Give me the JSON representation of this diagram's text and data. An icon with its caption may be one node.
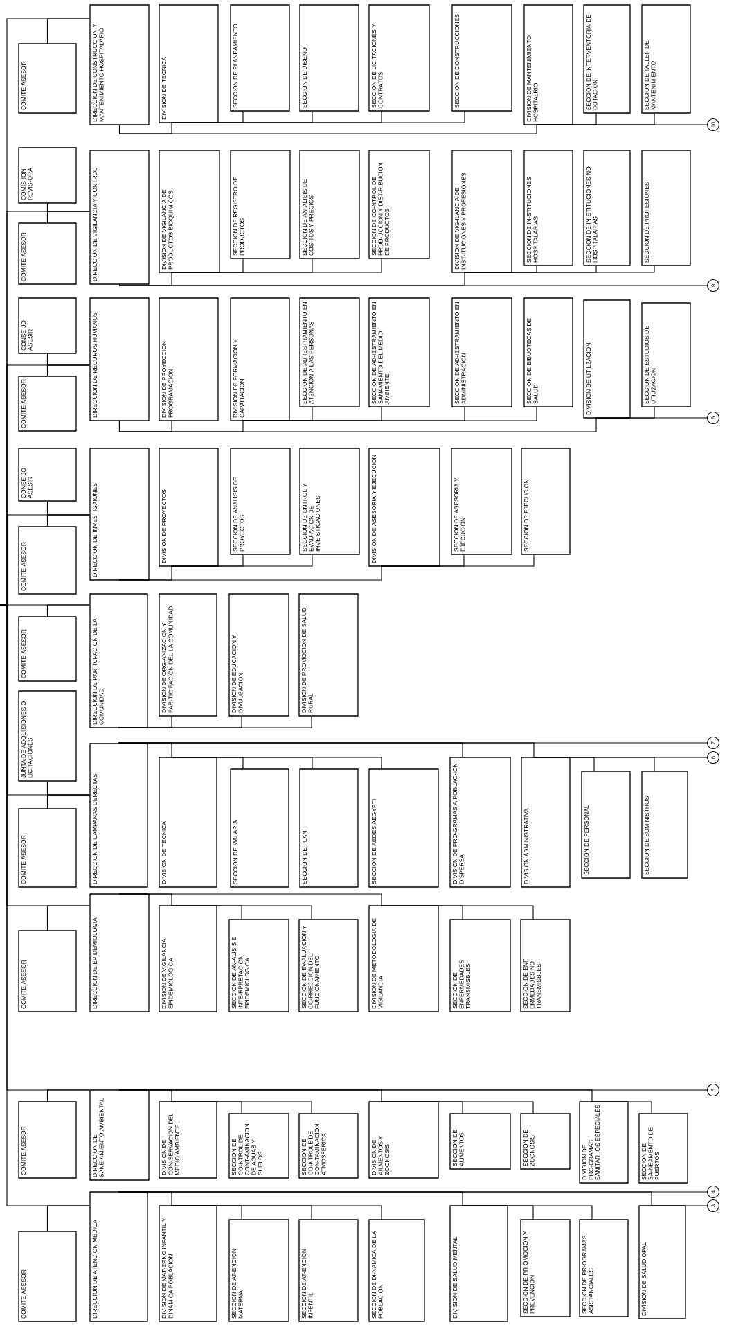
{
  "diagram": {
    "nodes": [
      {
        "text": [
          "COMITE ASESOR"
        ]
      },
      {
        "text": [
          "DIRECCION DE CONSTRUCCION Y MANTENIMIENTO HOSPITALARIO"
        ]
      },
      {
        "text": [
          "DIVISION DE TECNICA"
        ]
      },
      {
        "text": [
          "SECCION DE PLANEAMIENTO"
        ]
      },
      {
        "text": [
          "SECCION DE DISENO"
        ]
      },
      {
        "text": [
          "SECCION DE LICITACIONES Y CONTRATOS"
        ]
      },
      {
        "text": [
          "SECCION DE CONSTRUCCIONES"
        ]
      },
      {
        "text": [
          "DIVISION DE MANTENIMIENTO HOSPITALRIO"
        ]
      },
      {
        "text": [
          "SECCION DE INTERVENTORIA DE DOTACION"
        ]
      },
      {
        "text": [
          "SECCION DE TALLER DE MANTENIMIENTO"
        ]
      },
      {
        "text": [
          "10"
        ]
      },
      {
        "text": [
          "COMIS-ION REVIS-ORA"
        ]
      },
      {
        "text": [
          "COMITE ASESOR"
        ]
      },
      {
        "text": [
          "DIRECCION DE VIGILANCIA Y CONTROL"
        ]
      },
      {
        "text": [
          "DIVISION DE VIGILANCIA DE PRODUCTOS BIOQUIMICOS"
        ]
      },
      {
        "text": [
          "SECCION DE REGISTRO DE PRODUCTOS"
        ]
      },
      {
        "text": [
          "SECCION DE AN-ALISIS DE COS-TOS Y PRECIOS"
        ]
      },
      {
        "text": [
          "SECCION DE CO-NTROL DE PROD-UCCION Y DIST-RIBUCION DE PRODUCTOS"
        ]
      },
      {
        "text": [
          "DIVISION DE VIG-ILANCIA DE INST-ITUCIONES Y PROFESIONES"
        ]
      },
      {
        "text": [
          "SECCION DE IN-STITUCIONES HOSPITALARIAS"
        ]
      },
      {
        "text": [
          "SECCION DE IN-STITUCIONES NO HOSPITALARIAS"
        ]
      },
      {
        "text": [
          "SECCION DE PROFESIONES"
        ]
      },
      {
        "text": [
          "9"
        ]
      },
      {
        "text": [
          "CONSE-JO ASESIR"
        ]
      },
      {
        "text": [
          "COMITE ASESOR"
        ]
      },
      {
        "text": [
          "DIRECCION DE RECUROS HUMANOS"
        ]
      },
      {
        "text": [
          "DIVISION DE PROYECCION PROGRAMACION"
        ]
      },
      {
        "text": [
          "DIVISION DE FORMACION Y CAPAITACION"
        ]
      },
      {
        "text": [
          "SECCION DE AD-IESTRAMIENTO EN ATENCION A LAS PERSONAS"
        ]
      },
      {
        "text": [
          "SECCION DE AD-IESTRAMIENTO EN SANAMIENTO DEL MEDIO AMBIENTE"
        ]
      },
      {
        "text": [
          "SECCION DE AD-IESTRAMIENTO EN ADMINISTRACION"
        ]
      },
      {
        "text": [
          "SECCION DE BIBUOTECAS DE SALUD"
        ]
      },
      {
        "text": [
          "DIVISION DE UTILZACION"
        ]
      },
      {
        "text": [
          "SECCION DE ESTUDIOS DE UTIUZACION"
        ]
      },
      {
        "text": [
          "8"
        ]
      },
      {
        "text": [
          "CONSE-JO ASESIR"
        ]
      },
      {
        "text": [
          "COMITE ASESOR"
        ]
      },
      {
        "text": [
          "DIRECCION DE INVESTIGAIONES"
        ]
      },
      {
        "text": [
          "DIVISION DE PROYECTOS"
        ]
      },
      {
        "text": [
          "SECCION DE ANALISIS DE PROYECTOS"
        ]
      },
      {
        "text": [
          "SECCION DE CNTROL Y EVAU-ACION DE INVE-STIGACIONES"
        ]
      },
      {
        "text": [
          "DIVISION DE ASESORIA Y EJECUCION"
        ]
      },
      {
        "text": [
          "SECCION DE ASESORIA Y EJECUCION"
        ]
      },
      {
        "text": [
          "SECCION DE EJECUCION"
        ]
      },
      {
        "text": [
          "COMITE ASESOR"
        ]
      },
      {
        "text": [
          "DIRECCION DE PARTICPACION DE LA COMUNIDAD"
        ]
      },
      {
        "text": [
          "DIVISION DE ORG-ANIZACION Y PAR-TICIPACION DEL LA COMUNIDAD"
        ]
      },
      {
        "text": [
          "DIVISION DE EDUCACION Y DIVULGACION"
        ]
      },
      {
        "text": [
          "DIVISION DE PROMOCION DE SALUD RURAL"
        ]
      },
      {
        "text": [
          "JUNTA DE ADQUISIONES O LICITACIONES"
        ]
      },
      {
        "text": [
          "COMITE ASESOR"
        ]
      },
      {
        "text": [
          "DIRECCION DE CAMPANAS DERECTAS"
        ]
      },
      {
        "text": [
          "DIVISION DE TECNICA"
        ]
      },
      {
        "text": [
          "SECCION DE MALARIA"
        ]
      },
      {
        "text": [
          "SECCION DE PLAN"
        ]
      },
      {
        "text": [
          "SECCION DE AEDES AEGYPTI"
        ]
      },
      {
        "text": [
          "DIVISION DE PRO-GRAMAS A POBLAC-ION DISPERSA"
        ]
      },
      {
        "text": [
          "DIVISION ADMINISTRATIVA"
        ]
      },
      {
        "text": [
          "SECCION DE PERSONAL"
        ]
      },
      {
        "text": [
          "SECCION DE SUMINISTROS"
        ]
      },
      {
        "text": [
          "7"
        ]
      },
      {
        "text": [
          "6"
        ]
      },
      {
        "text": [
          "COMITE ASESOR"
        ]
      },
      {
        "text": [
          "DIRECCION DE EPIDEMIOLOGIA"
        ]
      },
      {
        "text": [
          "DIVISION DE VIGILANCIA EPIDEMIOLOGICA"
        ]
      },
      {
        "text": [
          "SECCION DE AN-ALISIS E INTE-RPRETACION EPIDEMIOLOGICA"
        ]
      },
      {
        "text": [
          "SECCION DE EV-ALUACION Y CO-RRECCION DEL FUNCIONAMIENTO"
        ]
      },
      {
        "text": [
          "DIVISION DE METODOLOGIA DE VIGILANCIA"
        ]
      },
      {
        "text": [
          "SECCION DE ENFERMEDADES TRANSMISBLES"
        ]
      },
      {
        "text": [
          "SECCION DE ENF ERMEDADES NO TRANSMISBLES"
        ]
      },
      {
        "text": [
          "COMITE ASESOR"
        ]
      },
      {
        "text": [
          "DIRECCION DE SANE-AMIENTO AMBIENTAL"
        ]
      },
      {
        "text": [
          "DIVISION DE CON-SERVACION DEL MEDIO AMBIENTE"
        ]
      },
      {
        "text": [
          "SECCION DE CO-NTROL DE CONT-AMINACION DE AGUAS Y SUELOS"
        ]
      },
      {
        "text": [
          "SECCION DE CO-NTROLE DE CON-TAMINACION ATMOSFERICA"
        ]
      },
      {
        "text": [
          "DIVISION DE AILMENTOS Y ZOONOSIS"
        ]
      },
      {
        "text": [
          "SECCION DE ALIMENTOS"
        ]
      },
      {
        "text": [
          "SECCION DE ZOONOSIS"
        ]
      },
      {
        "text": [
          "DIVISION DE PRO-GRAMAS SANITARI-OS ESPECIALES"
        ]
      },
      {
        "text": [
          "SECCION DE SA-NEAMENTO DE PUERTOS"
        ]
      },
      {
        "text": [
          "5"
        ]
      },
      {
        "text": [
          "COMITE ASESOR"
        ]
      },
      {
        "text": [
          "DIRECCION DE ATENCION MEDICA"
        ]
      },
      {
        "text": [
          "DIVISION DE MAT-ERNO INFANTIL Y DINAMICA POBLACION"
        ]
      },
      {
        "text": [
          "SECCION DE AT-ENCION MATERNA"
        ]
      },
      {
        "text": [
          "SECCION DE AT-ENCION INFENTIL"
        ]
      },
      {
        "text": [
          "SECCION DE DI-NAMICA DE LA POBLACION"
        ]
      },
      {
        "text": [
          "DIVISION DE SALUD MENTAL"
        ]
      },
      {
        "text": [
          "SECCION DE PR-OMOCION Y PREVENCION"
        ]
      },
      {
        "text": [
          "SECCION DE PR-OGRAMAS ASISTANCIALES"
        ]
      },
      {
        "text": [
          "DIVISION DE SALUD OPAL"
        ]
      },
      {
        "text": [
          "4"
        ]
      },
      {
        "text": [
          "3"
        ]
      }
    ],
    "edges": [
      {
        "from": null,
        "to": 1,
        "arrow": "none"
      },
      {
        "from": 0,
        "to": 1,
        "arrow": "none"
      },
      {
        "from": 1,
        "to": 2,
        "arrow": "none"
      },
      {
        "from": 1,
        "to": 7,
        "arrow": "none"
      },
      {
        "from": 2,
        "to": 3,
        "arrow": "none"
      },
      {
        "from": 2,
        "to": 4,
        "arrow": "none"
      },
      {
        "from": 2,
        "to": 5,
        "arrow": "none"
      },
      {
        "from": 2,
        "to": 6,
        "arrow": "none"
      },
      {
        "from": 7,
        "to": 8,
        "arrow": "none"
      },
      {
        "from": 7,
        "to": 9,
        "arrow": "none"
      },
      {
        "from": 7,
        "to": 10,
        "arrow": "none"
      },
      {
        "from": null,
        "to": 13,
        "arrow": "none"
      },
      {
        "from": 11,
        "to": 13,
        "arrow": "none"
      },
      {
        "from": 12,
        "to": 13,
        "arrow": "none"
      },
      {
        "from": 13,
        "to": 14,
        "arrow": "none"
      },
      {
        "from": 13,
        "to": 18,
        "arrow": "none"
      },
      {
        "from": 14,
        "to": 15,
        "arrow": "none"
      },
      {
        "from": 14,
        "to": 16,
        "arrow": "none"
      },
      {
        "from": 14,
        "to": 17,
        "arrow": "none"
      },
      {
        "from": 18,
        "to": 19,
        "arrow": "none"
      },
      {
        "from": 18,
        "to": 20,
        "arrow": "none"
      },
      {
        "from": 18,
        "to": 21,
        "arrow": "none"
      },
      {
        "from": 13,
        "to": 22,
        "arrow": "none"
      },
      {
        "from": null,
        "to": 25,
        "arrow": "none"
      },
      {
        "from": 23,
        "to": 25,
        "arrow": "none"
      },
      {
        "from": 24,
        "to": 25,
        "arrow": "none"
      },
      {
        "from": 25,
        "to": 26,
        "arrow": "none"
      },
      {
        "from": 25,
        "to": 27,
        "arrow": "none"
      },
      {
        "from": 25,
        "to": 32,
        "arrow": "none"
      },
      {
        "from": 27,
        "to": 28,
        "arrow": "none"
      },
      {
        "from": 27,
        "to": 29,
        "arrow": "none"
      },
      {
        "from": 27,
        "to": 30,
        "arrow": "none"
      },
      {
        "from": 27,
        "to": 31,
        "arrow": "none"
      },
      {
        "from": 32,
        "to": 33,
        "arrow": "none"
      },
      {
        "from": 32,
        "to": 34,
        "arrow": "none"
      },
      {
        "from": null,
        "to": 37,
        "arrow": "none"
      },
      {
        "from": 35,
        "to": 37,
        "arrow": "none"
      },
      {
        "from": 36,
        "to": 37,
        "arrow": "none"
      },
      {
        "from": 37,
        "to": 38,
        "arrow": "none"
      },
      {
        "from": 37,
        "to": 41,
        "arrow": "none"
      },
      {
        "from": 38,
        "to": 39,
        "arrow": "none"
      },
      {
        "from": 38,
        "to": 40,
        "arrow": "none"
      },
      {
        "from": 41,
        "to": 42,
        "arrow": "none"
      },
      {
        "from": 41,
        "to": 43,
        "arrow": "none"
      },
      {
        "from": null,
        "to": 45,
        "arrow": "none"
      },
      {
        "from": 44,
        "to": 45,
        "arrow": "none"
      },
      {
        "from": 45,
        "to": 46,
        "arrow": "none"
      },
      {
        "from": 45,
        "to": 47,
        "arrow": "none"
      },
      {
        "from": 45,
        "to": 48,
        "arrow": "none"
      },
      {
        "from": null,
        "to": 51,
        "arrow": "none"
      },
      {
        "from": 49,
        "to": 51,
        "arrow": "none"
      },
      {
        "from": 50,
        "to": 51,
        "arrow": "none"
      },
      {
        "from": 51,
        "to": 52,
        "arrow": "none"
      },
      {
        "from": 51,
        "to": 56,
        "arrow": "none"
      },
      {
        "from": 51,
        "to": 57,
        "arrow": "none"
      },
      {
        "from": 52,
        "to": 53,
        "arrow": "none"
      },
      {
        "from": 52,
        "to": 54,
        "arrow": "none"
      },
      {
        "from": 52,
        "to": 55,
        "arrow": "none"
      },
      {
        "from": 57,
        "to": 58,
        "arrow": "none"
      },
      {
        "from": 57,
        "to": 59,
        "arrow": "none"
      },
      {
        "from": 51,
        "to": 60,
        "arrow": "none"
      },
      {
        "from": 57,
        "to": 61,
        "arrow": "none"
      },
      {
        "from": null,
        "to": 63,
        "arrow": "none"
      },
      {
        "from": 62,
        "to": 63,
        "arrow": "none"
      },
      {
        "from": 63,
        "to": 64,
        "arrow": "none"
      },
      {
        "from": 63,
        "to": 67,
        "arrow": "none"
      },
      {
        "from": 64,
        "to": 65,
        "arrow": "none"
      },
      {
        "from": 64,
        "to": 66,
        "arrow": "none"
      },
      {
        "from": 67,
        "to": 68,
        "arrow": "none"
      },
      {
        "from": 67,
        "to": 69,
        "arrow": "none"
      },
      {
        "from": null,
        "to": 71,
        "arrow": "none"
      },
      {
        "from": 70,
        "to": 71,
        "arrow": "none"
      },
      {
        "from": 71,
        "to": 72,
        "arrow": "none"
      },
      {
        "from": 71,
        "to": 75,
        "arrow": "none"
      },
      {
        "from": 71,
        "to": 78,
        "arrow": "none"
      },
      {
        "from": 72,
        "to": 73,
        "arrow": "none"
      },
      {
        "from": 72,
        "to": 74,
        "arrow": "none"
      },
      {
        "from": 75,
        "to": 76,
        "arrow": "none"
      },
      {
        "from": 75,
        "to": 77,
        "arrow": "none"
      },
      {
        "from": 78,
        "to": 79,
        "arrow": "none"
      },
      {
        "from": 71,
        "to": 80,
        "arrow": "none"
      },
      {
        "from": null,
        "to": 82,
        "arrow": "none"
      },
      {
        "from": 81,
        "to": 82,
        "arrow": "none"
      },
      {
        "from": 82,
        "to": 83,
        "arrow": "none"
      },
      {
        "from": 82,
        "to": 87,
        "arrow": "none"
      },
      {
        "from": 82,
        "to": 90,
        "arrow": "none"
      },
      {
        "from": 83,
        "to": 84,
        "arrow": "none"
      },
      {
        "from": 83,
        "to": 85,
        "arrow": "none"
      },
      {
        "from": 83,
        "to": 86,
        "arrow": "none"
      },
      {
        "from": 87,
        "to": 88,
        "arrow": "none"
      },
      {
        "from": 87,
        "to": 89,
        "arrow": "none"
      },
      {
        "from": 82,
        "to": 91,
        "arrow": "none"
      },
      {
        "from": 90,
        "to": 92,
        "arrow": "none"
      }
    ]
  }
}
